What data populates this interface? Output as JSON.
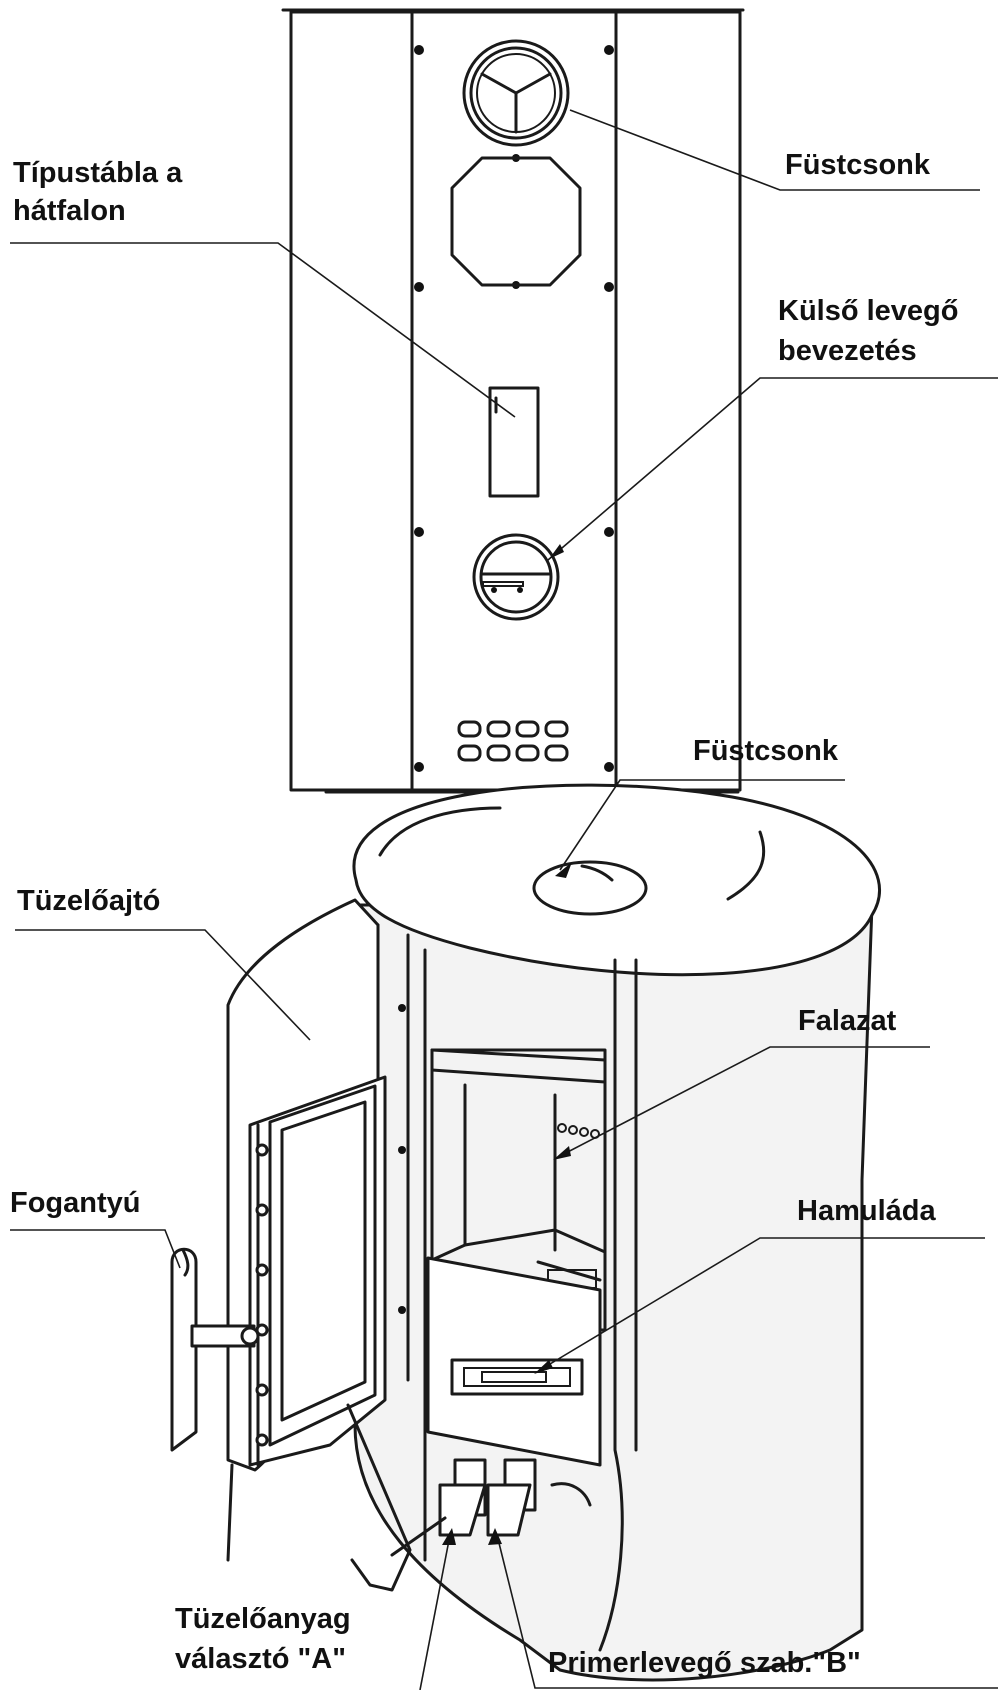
{
  "colors": {
    "line": "#1a1a1a",
    "background": "#ffffff"
  },
  "rear_view": {
    "labels": {
      "flue_outlet": "Füstcsonk",
      "rating_plate_line1": "Típustábla a",
      "rating_plate_line2": "hátfalon",
      "external_air_line1": "Külső levegő",
      "external_air_line2": "bevezetés"
    }
  },
  "front_view": {
    "labels": {
      "flue_outlet": "Füstcsonk",
      "fire_door": "Tüzelőajtó",
      "lining": "Falazat",
      "handle": "Fogantyú",
      "ash_drawer": "Hamuláda",
      "fuel_selector_line1": "Tüzelőanyag",
      "fuel_selector_line2": "választó \"A\"",
      "primary_air": "Primerlevegő szab.\"B\""
    }
  }
}
